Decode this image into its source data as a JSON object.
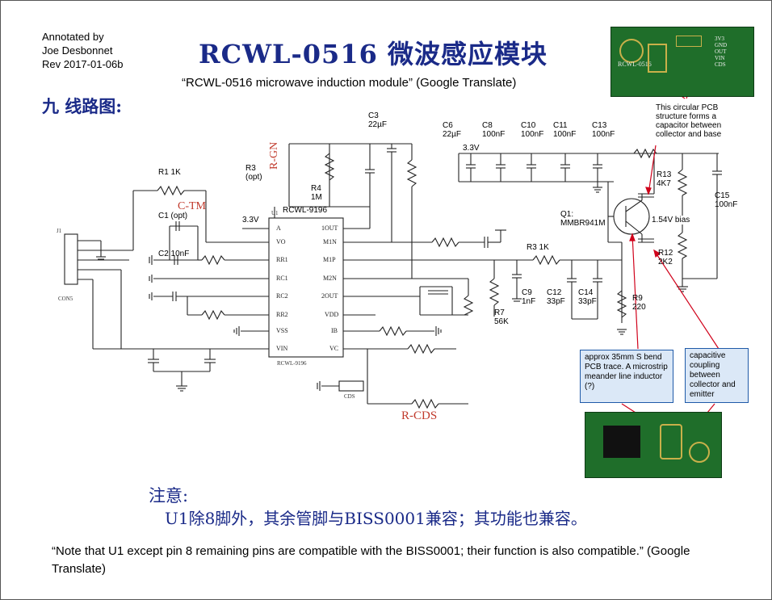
{
  "annotation": {
    "author_lines": "Annotated by\nJoe Desbonnet\nRev 2017-01-06b",
    "title_cn": "RCWL-0516 微波感应模块",
    "title_en": "“RCWL-0516 microwave induction module” (Google Translate)",
    "section_cn": "九 线路图:",
    "note_cn_head": "注意:",
    "note_cn_body": "U1除8脚外，其余管脚与BISS0001兼容；其功能也兼容。",
    "note_en": "“Note that U1 except pin 8 remaining pins are compatible with the BISS0001; their function is also compatible.” (Google Translate)"
  },
  "labels": {
    "c3": "C3\n22µF",
    "r3": "R3\n(opt)",
    "r4": "R4\n1M",
    "r1": "R1 1K",
    "c1": "C1 (opt)",
    "c2": "C2 10nF",
    "v33_left": "3.3V",
    "u1": "RCWL-9196",
    "c6": "C6\n22µF",
    "c8": "C8\n100nF",
    "c10": "C10\n100nF",
    "c11": "C11\n100nF",
    "c13": "C13\n100nF",
    "v33_right": "3.3V",
    "pcb_note": "This circular  PCB\nstructure forms a\ncapacitor between\ncollector and base",
    "r13": "R13\n4K7",
    "c15": "C15\n100nF",
    "q1": "Q1:\nMMBR941M",
    "bias": "1.54V bias",
    "r3_1k": "R3 1K",
    "r12": "R12\n2K2",
    "c9": "C9\n1nF",
    "c12": "C12\n33pF",
    "c14": "C14\n33pF",
    "r9": "R9\n220",
    "r7": "R7\n56K",
    "box_inductor": "approx 35mm S bend PCB trace. A microstrip meander line inductor (?)",
    "box_coupling": "capacitive coupling between collector and emitter"
  },
  "schematic_text": {
    "ctm": "C-TM",
    "rgn": "R-GN",
    "rcds": "R-CDS",
    "con": "CON5",
    "j1": "J1",
    "u1_ref": "U1",
    "u1_bottom": "RCWL-9196",
    "cds": "CDS",
    "pins_left": [
      "A",
      "VO",
      "RR1",
      "RC1",
      "RC2",
      "RR2",
      "VSS",
      "VIN"
    ],
    "pins_right": [
      "1OUT",
      "M1N",
      "M1P",
      "M2N",
      "2OUT",
      "VDD",
      "IB",
      "VC"
    ],
    "pcb_labels": [
      "3V3",
      "GND",
      "OUT",
      "VIN",
      "CDS"
    ],
    "pcb_name": "RCWL-0516"
  },
  "colors": {
    "title_blue": "#1a2a88",
    "label_red": "#c0392b",
    "wire": "#222222",
    "box_fill": "#dbe8f7",
    "box_border": "#1f5aa8",
    "arrow": "#d0021b",
    "pcb_green": "#1f6e2a"
  }
}
